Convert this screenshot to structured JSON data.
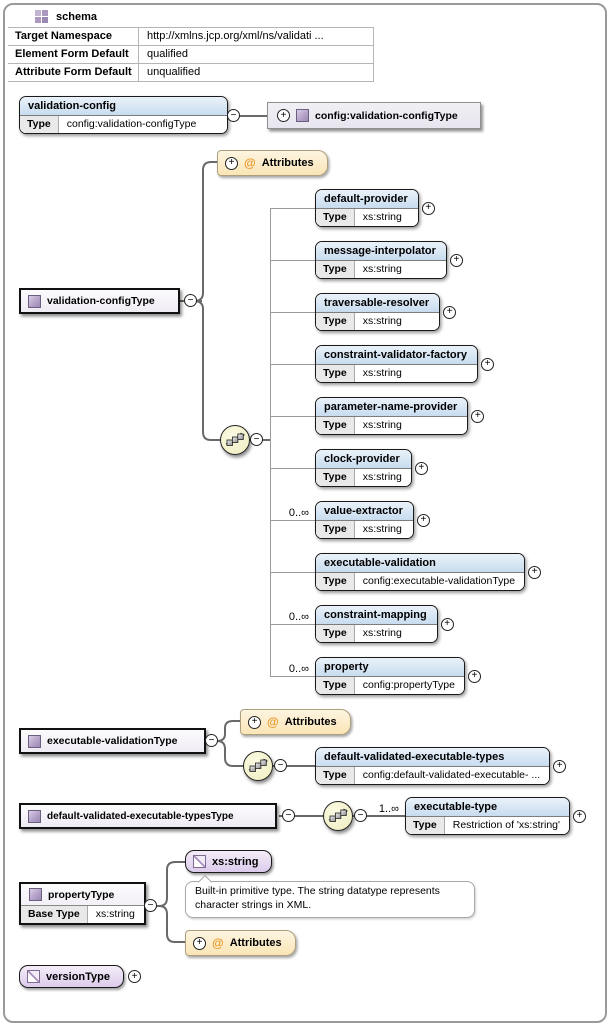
{
  "schema_table": {
    "title": "schema",
    "rows": [
      {
        "label": "Target Namespace",
        "value": "http://xmlns.jcp.org/xml/ns/validati ..."
      },
      {
        "label": "Element Form Default",
        "value": "qualified"
      },
      {
        "label": "Attribute Form Default",
        "value": "unqualified"
      }
    ]
  },
  "labels": {
    "type": "Type",
    "base_type": "Base Type",
    "attributes": "Attributes"
  },
  "icons": {
    "plus_glyph": "+",
    "minus_glyph": "−",
    "at_glyph": "@"
  },
  "root_element": {
    "name": "validation-config",
    "type": "config:validation-configType"
  },
  "type_reference": {
    "name": "config:validation-configType"
  },
  "validation_config_type": {
    "name": "validation-configType",
    "children": [
      {
        "name": "default-provider",
        "type": "xs:string",
        "occurs": ""
      },
      {
        "name": "message-interpolator",
        "type": "xs:string",
        "occurs": ""
      },
      {
        "name": "traversable-resolver",
        "type": "xs:string",
        "occurs": ""
      },
      {
        "name": "constraint-validator-factory",
        "type": "xs:string",
        "occurs": ""
      },
      {
        "name": "parameter-name-provider",
        "type": "xs:string",
        "occurs": ""
      },
      {
        "name": "clock-provider",
        "type": "xs:string",
        "occurs": ""
      },
      {
        "name": "value-extractor",
        "type": "xs:string",
        "occurs": "0..∞"
      },
      {
        "name": "executable-validation",
        "type": "config:executable-validationType",
        "occurs": ""
      },
      {
        "name": "constraint-mapping",
        "type": "xs:string",
        "occurs": "0..∞"
      },
      {
        "name": "property",
        "type": "config:propertyType",
        "occurs": "0..∞"
      }
    ]
  },
  "executable_validation_type": {
    "name": "executable-validationType",
    "child": {
      "name": "default-validated-executable-types",
      "type": "config:default-validated-executable- ...",
      "occurs": ""
    }
  },
  "default_validated_executable_types_type": {
    "name": "default-validated-executable-typesType",
    "child": {
      "name": "executable-type",
      "type": "Restriction of 'xs:string'",
      "occurs": "1..∞"
    }
  },
  "property_type": {
    "name": "propertyType",
    "base_type_value": "xs:string",
    "referenced_simple_type": "xs:string",
    "annotation": "Built-in primitive type. The string datatype represents character strings in XML."
  },
  "version_type": {
    "name": "versionType"
  },
  "colors": {
    "element_header": "#cfe0f0",
    "attributes_fill": "#fbe9c3",
    "at_symbol": "#e8992c",
    "complextype_icon": "#b4a2c8",
    "simpletype_fill": "#e3d4ee",
    "sequence_fill": "#f5f4cc",
    "connector": "#696969"
  }
}
